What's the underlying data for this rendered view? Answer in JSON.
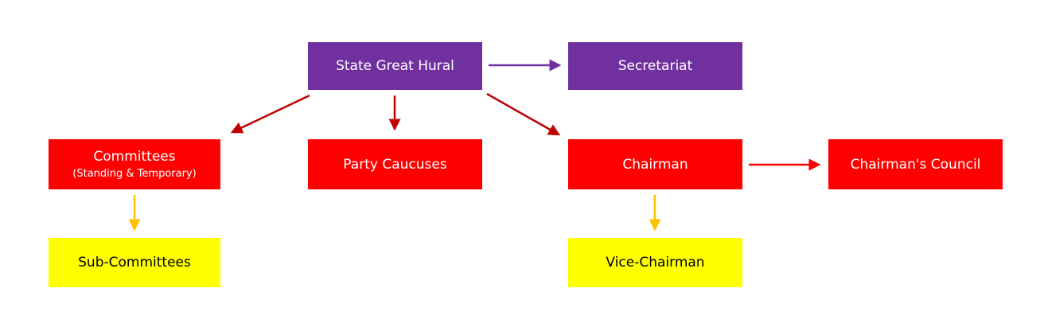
{
  "title": "State Great Hural organizational structure",
  "colors": {
    "top_level": "#7030A0",
    "second_level": "#FF0000",
    "third_level": "#FFFF00",
    "arrow_dark_red": "#C00000",
    "arrow_red": "#FF0000",
    "arrow_purple": "#7030A0",
    "arrow_gold": "#FFC000"
  },
  "nodes": {
    "state_great_hural": {
      "label": "State Great Hural"
    },
    "secretariat": {
      "label": "Secretariat"
    },
    "committees": {
      "label": "Committees",
      "sublabel": "(Standing & Temporary)"
    },
    "party_caucuses": {
      "label": "Party Caucuses"
    },
    "chairman": {
      "label": "Chairman"
    },
    "chairmans_council": {
      "label": "Chairman's Council"
    },
    "sub_committees": {
      "label": "Sub-Committees"
    },
    "vice_chairman": {
      "label": "Vice-Chairman"
    }
  },
  "edges": [
    {
      "from": "state_great_hural",
      "to": "secretariat",
      "color": "#7030A0"
    },
    {
      "from": "state_great_hural",
      "to": "committees",
      "color": "#C00000"
    },
    {
      "from": "state_great_hural",
      "to": "party_caucuses",
      "color": "#C00000"
    },
    {
      "from": "state_great_hural",
      "to": "chairman",
      "color": "#C00000"
    },
    {
      "from": "chairman",
      "to": "chairmans_council",
      "color": "#FF0000"
    },
    {
      "from": "committees",
      "to": "sub_committees",
      "color": "#FFC000"
    },
    {
      "from": "chairman",
      "to": "vice_chairman",
      "color": "#FFC000"
    }
  ]
}
